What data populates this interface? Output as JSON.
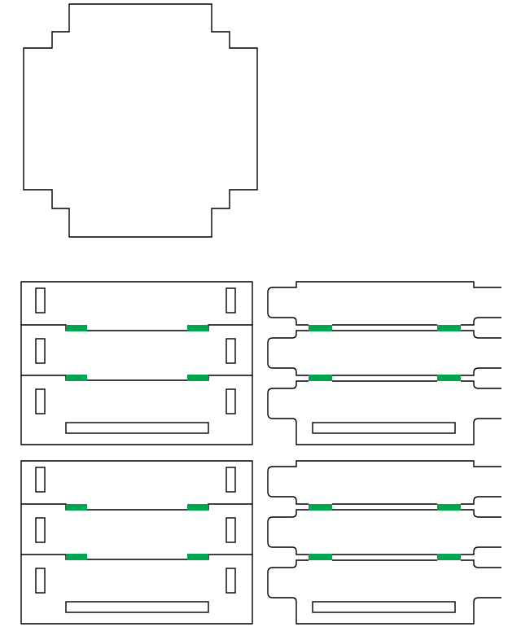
{
  "colors": {
    "background": "#ffffff",
    "cut_line": "#000000",
    "tab": "#00a550"
  },
  "sheet": {
    "top_plate": {
      "shape": "stepped-octagon"
    },
    "panel_groups": [
      {
        "group": "upper-left",
        "style": "slotted",
        "strips": 3,
        "tab_marks": 4
      },
      {
        "group": "upper-right",
        "style": "notched",
        "strips": 3,
        "tab_marks": 4
      },
      {
        "group": "lower-left",
        "style": "slotted",
        "strips": 3,
        "tab_marks": 4
      },
      {
        "group": "lower-right",
        "style": "notched",
        "strips": 3,
        "tab_marks": 4
      }
    ]
  }
}
